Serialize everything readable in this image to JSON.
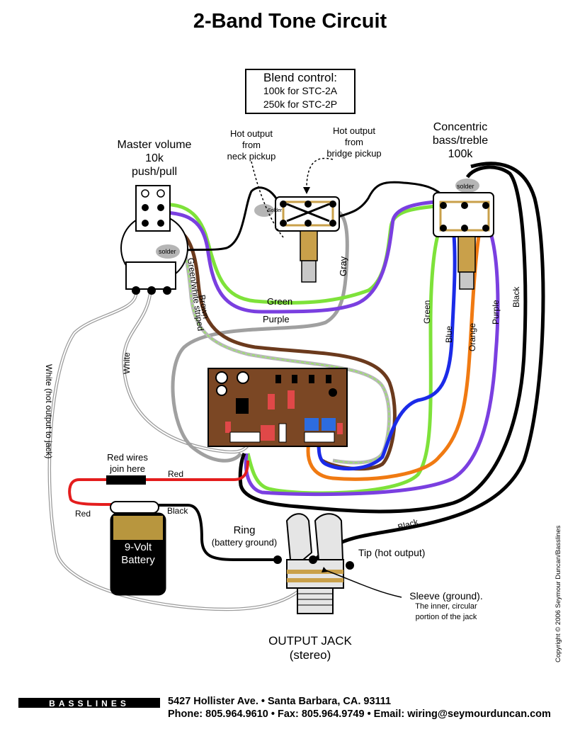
{
  "title": "2-Band Tone Circuit",
  "blend_box": {
    "heading": "Blend control:",
    "line1": "100k for STC-2A",
    "line2": "250k for STC-2P"
  },
  "labels": {
    "master_volume_1": "Master volume",
    "master_volume_2": "10k",
    "master_volume_3": "push/pull",
    "hot_neck_1": "Hot output",
    "hot_neck_2": "from",
    "hot_neck_3": "neck pickup",
    "hot_bridge_1": "Hot output",
    "hot_bridge_2": "from",
    "hot_bridge_3": "bridge pickup",
    "concentric_1": "Concentric",
    "concentric_2": "bass/treble",
    "concentric_3": "100k",
    "solder_1": "solder",
    "solder_2": "solder",
    "solder_3": "Solder",
    "red_wires_1": "Red wires",
    "red_wires_2": "join here",
    "battery_1": "9-Volt",
    "battery_2": "Battery",
    "ring_1": "Ring",
    "ring_2": "(battery ground)",
    "tip": "Tip (hot output)",
    "sleeve_1": "Sleeve (ground).",
    "sleeve_2": "The inner, circular",
    "sleeve_3": "portion of the jack",
    "jack_1": "OUTPUT JACK",
    "jack_2": "(stereo)"
  },
  "wire_labels": {
    "green": "Green",
    "purple": "Purple",
    "gray": "Gray",
    "brown": "Brown",
    "green_white": "Green/white striped",
    "white": "White",
    "white_hot": "White (hot output to jack)",
    "green_v": "Green",
    "blue": "Blue",
    "orange": "Orange",
    "purple_v": "Purple",
    "black_v": "Black",
    "black_bottom": "Black",
    "red_top": "Red",
    "red_left": "Red",
    "black_batt": "Black"
  },
  "footer": {
    "logo": "BASSLINES",
    "address": "5427 Hollister Ave. • Santa Barbara, CA. 93111",
    "contact": "Phone: 805.964.9610 • Fax: 805.964.9749 • Email: wiring@seymourduncan.com"
  },
  "copyright": "Copyright © 2006 Seymour Duncan/Basslines",
  "colors": {
    "green": "#7ee23a",
    "purple": "#7a3fe0",
    "brown": "#6b3a1d",
    "blue": "#1b2be8",
    "orange": "#f07a12",
    "gray": "#a0a0a0",
    "red": "#e41d1d",
    "black": "#000000",
    "board": "#7b4724",
    "brass": "#c9a04a"
  }
}
